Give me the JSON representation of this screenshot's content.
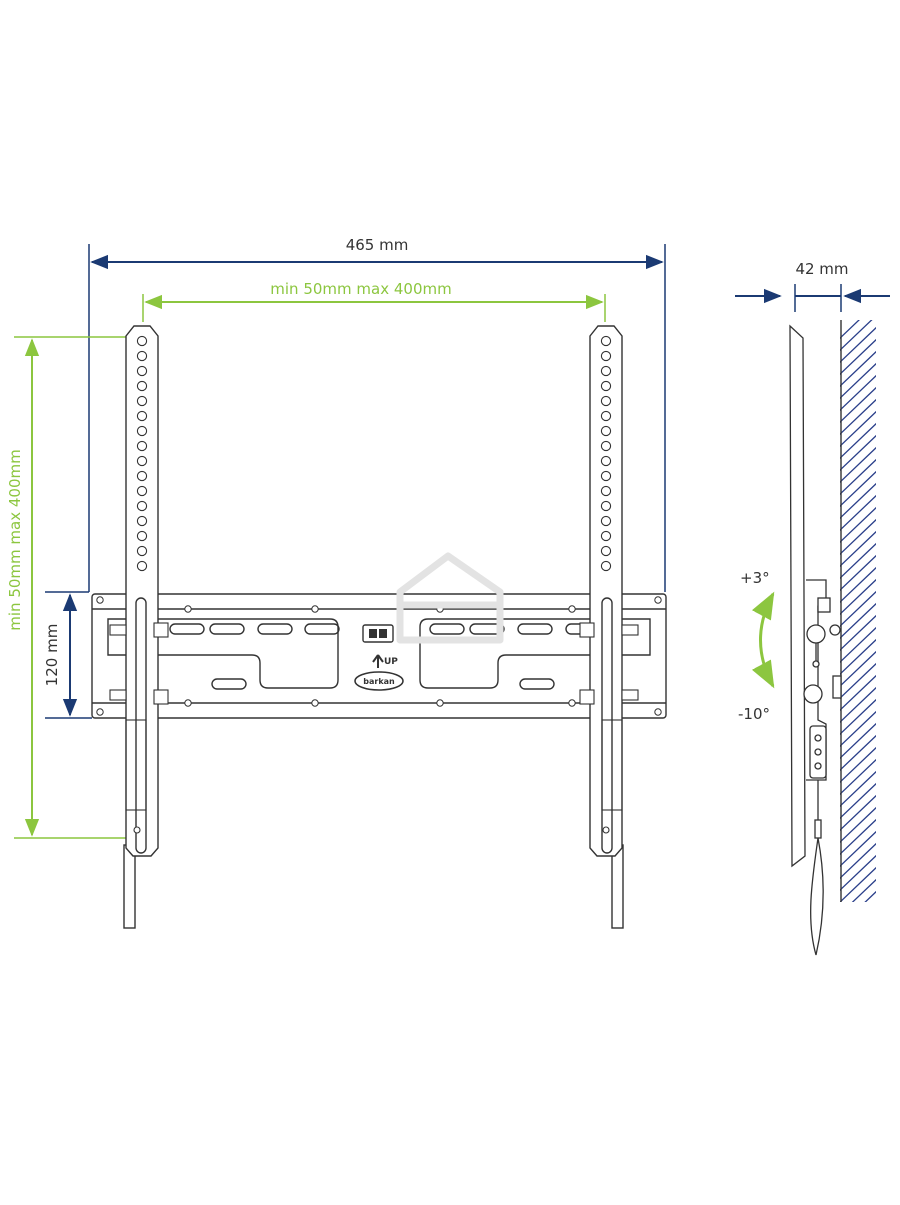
{
  "colors": {
    "navy": "#1b3a73",
    "green": "#8cc63f",
    "line": "#333333",
    "hatch": "#2a3f8a",
    "watermark": "#e3e3e3"
  },
  "front_view": {
    "overall_width_label": "465 mm",
    "vesa_horizontal_label": "min 50mm max 400mm",
    "vesa_vertical_label": "min 50mm max 400mm",
    "plate_height_label": "120 mm",
    "up_label": "UP",
    "brand_badge": "barkan",
    "bracket_holes_per_arm": 16
  },
  "side_view": {
    "depth_label": "42 mm",
    "tilt_up_label": "+3°",
    "tilt_down_label": "-10°"
  },
  "watermark_icon": "house-watermark-icon"
}
